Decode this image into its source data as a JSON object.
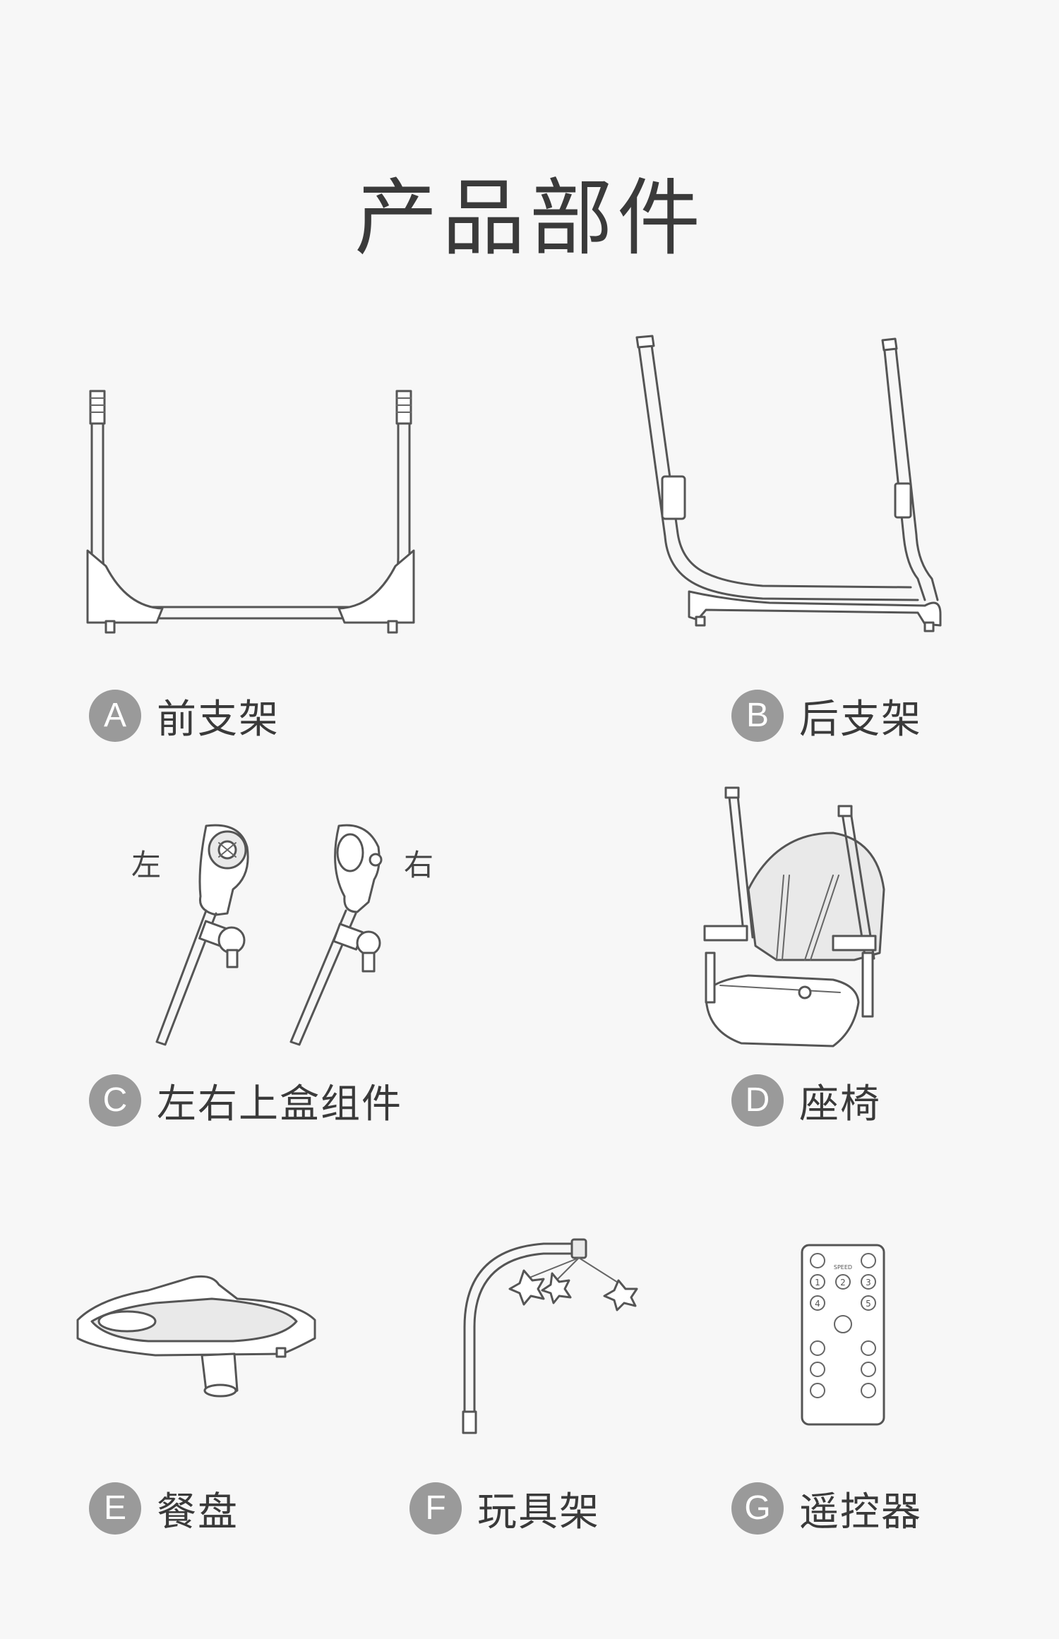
{
  "title": "产品部件",
  "parts": [
    {
      "letter": "A",
      "name": "前支架"
    },
    {
      "letter": "B",
      "name": "后支架"
    },
    {
      "letter": "C",
      "name": "左右上盒组件"
    },
    {
      "letter": "D",
      "name": "座椅"
    },
    {
      "letter": "E",
      "name": "餐盘"
    },
    {
      "letter": "F",
      "name": "玩具架"
    },
    {
      "letter": "G",
      "name": "遥控器"
    }
  ],
  "side_labels": {
    "left": "左",
    "right": "右"
  },
  "remote": {
    "speed_label": "SPEED",
    "numbers": [
      "1",
      "2",
      "3",
      "4",
      "5"
    ]
  },
  "colors": {
    "background": "#f7f7f7",
    "badge": "#9a9a9a",
    "line": "#555555"
  }
}
